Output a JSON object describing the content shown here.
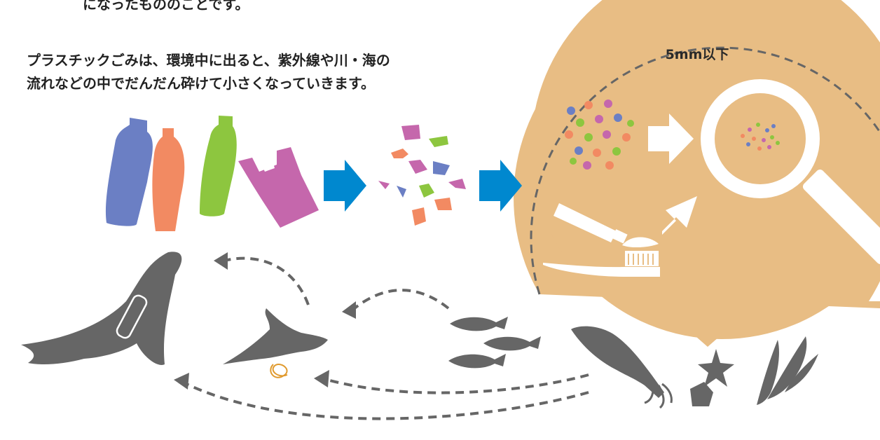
{
  "texts": {
    "top_cut": "になったもののことです。",
    "intro_line1": "プラスチックごみは、環境中に出ると、紫外線や川・海の",
    "intro_line2": "流れなどの中でだんだん砕けて小さくなっていきます。",
    "size_label": "5mm以下"
  },
  "colors": {
    "blue_bottle": "#6b7fc4",
    "orange_bottle": "#f28a62",
    "green_bottle": "#8dc63f",
    "bag": "#c567ac",
    "arrow_blue": "#0088cf",
    "circle_fill": "#e8bd84",
    "circle_border": "#666666",
    "animal_gray": "#666666",
    "orange_wire": "#e09a2e",
    "white": "#ffffff"
  },
  "icons": {
    "items": [
      "plastic-bottle-blue-icon",
      "plastic-bottle-orange-icon",
      "plastic-bottle-green-icon",
      "plastic-bag-icon",
      "blue-arrow-icon",
      "plastic-fragments-icon",
      "magnifying-glass-icon",
      "toothpaste-tube-icon",
      "toothbrush-icon",
      "sea-lion-icon",
      "seabird-icon",
      "fish-icon",
      "squid-icon",
      "starfish-icon",
      "pebble-icon",
      "seaweed-icon"
    ]
  }
}
